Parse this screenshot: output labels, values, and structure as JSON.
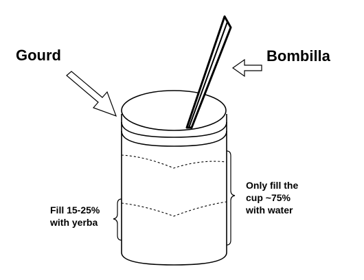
{
  "labels": {
    "gourd": "Gourd",
    "bombilla": "Bombilla",
    "yerba_line1": "Fill 15-25%",
    "yerba_line2": "with yerba",
    "water_line1": "Only fill the",
    "water_line2": "cup ~75%",
    "water_line3": "with water"
  },
  "fill": {
    "yerba_percent": "15-25%",
    "water_percent": "~75%"
  },
  "colors": {
    "ink": "#000000",
    "background": "#ffffff"
  }
}
